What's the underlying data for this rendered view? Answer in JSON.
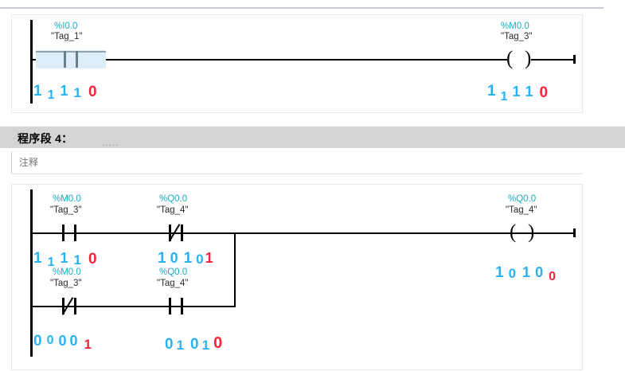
{
  "app": {
    "view": "ladder-monitor"
  },
  "colors": {
    "address": "#16adc2",
    "tag": "#2b2b2b",
    "bit_true": "#29b2f0",
    "bit_false": "#f5243a",
    "selection_fill": "#ddeef8",
    "selection_line": "#6a7f8c",
    "header_bar": "#d4d4d4",
    "top_rule": "#c9c9de",
    "rail": "#000000"
  },
  "network3": {
    "contact": {
      "address": "%I0.0",
      "tag": "\"Tag_1\"",
      "type": "NO",
      "selected": true,
      "bits": [
        {
          "v": "1",
          "state": "true"
        },
        {
          "v": "1",
          "state": "true"
        },
        {
          "v": "1",
          "state": "true"
        },
        {
          "v": "1",
          "state": "true"
        },
        {
          "v": "0",
          "state": "false"
        }
      ]
    },
    "coil": {
      "address": "%M0.0",
      "tag": "\"Tag_3\"",
      "type": "coil",
      "bits": [
        {
          "v": "1",
          "state": "true"
        },
        {
          "v": "1",
          "state": "true"
        },
        {
          "v": "1",
          "state": "true"
        },
        {
          "v": "1",
          "state": "true"
        },
        {
          "v": "0",
          "state": "false"
        }
      ]
    }
  },
  "network4": {
    "header": {
      "title": "程序段 4：",
      "dots": "....."
    },
    "comment": "注释",
    "branch_top": {
      "contact1": {
        "address": "%M0.0",
        "tag": "\"Tag_3\"",
        "type": "NO",
        "bits": [
          {
            "v": "1",
            "state": "true"
          },
          {
            "v": "1",
            "state": "true"
          },
          {
            "v": "1",
            "state": "true"
          },
          {
            "v": "1",
            "state": "true"
          },
          {
            "v": "0",
            "state": "false"
          }
        ]
      },
      "contact2": {
        "address": "%Q0.0",
        "tag": "\"Tag_4\"",
        "type": "NC",
        "bits": [
          {
            "v": "1",
            "state": "true"
          },
          {
            "v": "0",
            "state": "true"
          },
          {
            "v": "1",
            "state": "true"
          },
          {
            "v": "0",
            "state": "true"
          },
          {
            "v": "1",
            "state": "false"
          }
        ]
      }
    },
    "branch_bottom": {
      "contact1": {
        "address": "%M0.0",
        "tag": "\"Tag_3\"",
        "type": "NC",
        "bits": [
          {
            "v": "0",
            "state": "true"
          },
          {
            "v": "0",
            "state": "true"
          },
          {
            "v": "0",
            "state": "true"
          },
          {
            "v": "0",
            "state": "true"
          },
          {
            "v": "1",
            "state": "false"
          }
        ]
      },
      "contact2": {
        "address": "%Q0.0",
        "tag": "\"Tag_4\"",
        "type": "NO",
        "bits": [
          {
            "v": "0",
            "state": "true"
          },
          {
            "v": "1",
            "state": "true"
          },
          {
            "v": "0",
            "state": "true"
          },
          {
            "v": "1",
            "state": "true"
          },
          {
            "v": "0",
            "state": "false"
          }
        ]
      }
    },
    "coil": {
      "address": "%Q0.0",
      "tag": "\"Tag_4\"",
      "type": "coil",
      "bits": [
        {
          "v": "1",
          "state": "true"
        },
        {
          "v": "0",
          "state": "true"
        },
        {
          "v": "1",
          "state": "true"
        },
        {
          "v": "0",
          "state": "true"
        },
        {
          "v": "0",
          "state": "false"
        }
      ]
    }
  }
}
